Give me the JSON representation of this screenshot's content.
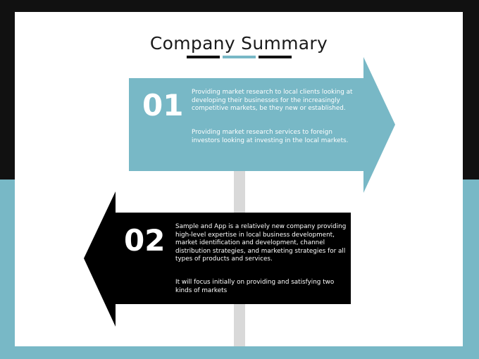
{
  "slide": {
    "title": "Company  Summary"
  },
  "colors": {
    "accent": "#78b8c6",
    "dark": "#111111",
    "post": "#d9d9d9",
    "background": "#ffffff"
  },
  "sign_01": {
    "number": "01",
    "paragraph_1": "Providing  market  research  to  local  clients  looking  at  developing  their  businesses  for  the  increasingly  competitive  markets,  be  they  new  or  established.",
    "paragraph_2": "Providing  market  research  services  to  foreign  investors  looking  at  investing  in  the  local  markets."
  },
  "sign_02": {
    "number": "02",
    "paragraph_1": "Sample  and  App  is  a  relatively   new  company  providing  high-level  expertise  in  local  business  development,  market  identification   and  development,   channel  distribution  strategies,  and  marketing  strategies  for  all  types  of  products  and  services.",
    "paragraph_2": " It  will  focus  initially   on  providing  and  satisfying  two  kinds  of  markets"
  }
}
